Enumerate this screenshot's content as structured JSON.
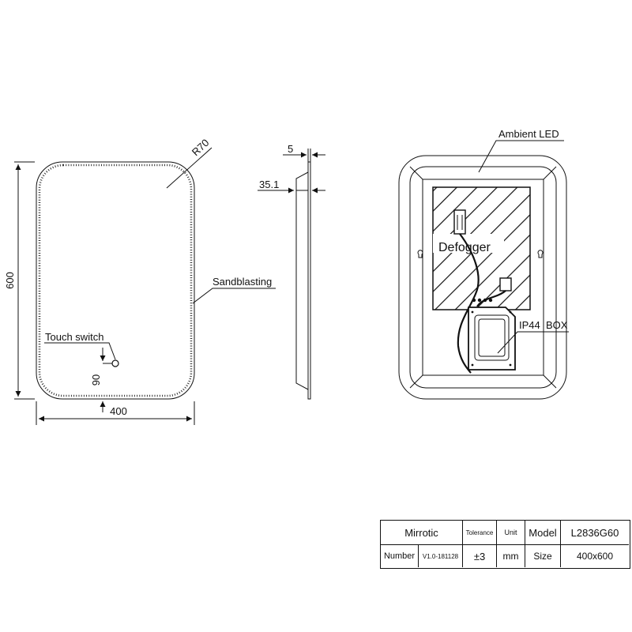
{
  "drawing": {
    "front_view": {
      "radius_label": "R70",
      "height_label": "600",
      "width_label": "400",
      "touch_switch_label": "Touch switch",
      "touch_offset_label": "90",
      "sandblasting_label": "Sandblasting"
    },
    "side_view": {
      "thickness_label": "5",
      "depth_label": "35.1"
    },
    "back_view": {
      "ambient_led_label": "Ambient LED",
      "defogger_label": "Defogger",
      "ip44_box_label": "IP44  BOX"
    }
  },
  "title_block": {
    "brand": "Mirrotic",
    "tolerance_header": "Tolerance",
    "unit_header": "Unit",
    "model_header": "Model",
    "model_value": "L2836G60",
    "number_header": "Number",
    "version": "V1.0-181128",
    "tolerance_value": "±3",
    "unit_value": "mm",
    "size_header": "Size",
    "size_value": "400x600"
  }
}
